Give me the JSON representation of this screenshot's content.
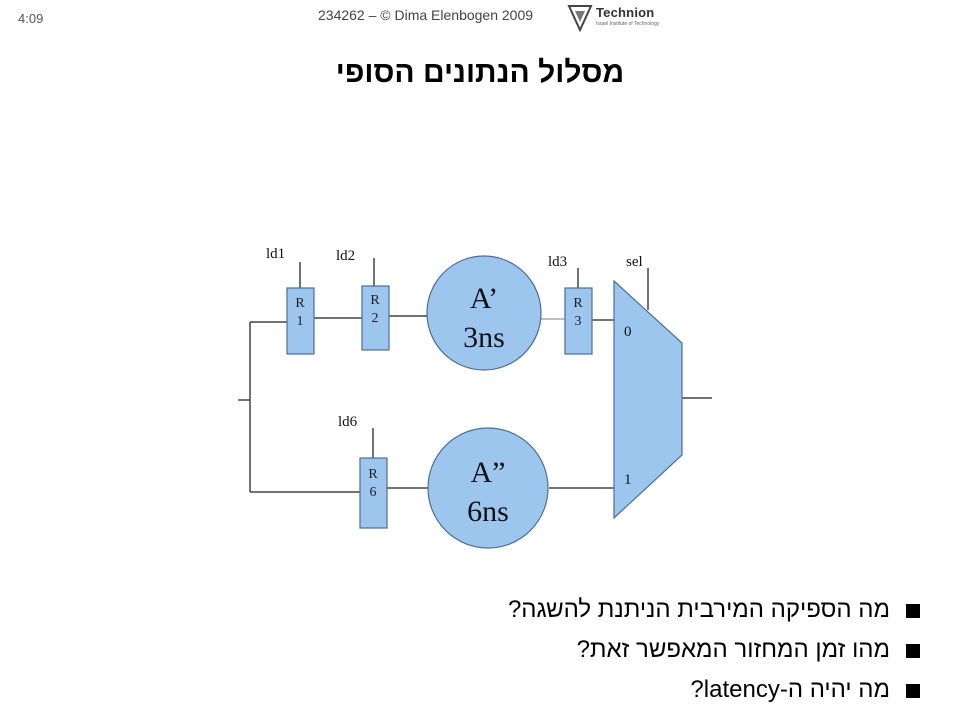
{
  "header": {
    "slide_number": "4:09",
    "copyright": "234262 – © Dima Elenbogen 2009",
    "logo": {
      "name": "Technion",
      "subtitle": "Israel Institute of Technology"
    }
  },
  "title": "מסלול הנתונים הסופי",
  "diagram": {
    "signals": {
      "ld1": "ld1",
      "ld2": "ld2",
      "ld3": "ld3",
      "ld6": "ld6",
      "sel": "sel"
    },
    "registers": {
      "r1": {
        "letter": "R",
        "number": "1"
      },
      "r2": {
        "letter": "R",
        "number": "2"
      },
      "r3": {
        "letter": "R",
        "number": "3"
      },
      "r6": {
        "letter": "R",
        "number": "6"
      }
    },
    "units": {
      "a1": {
        "name": "A’",
        "delay": "3ns"
      },
      "a2": {
        "name": "A”",
        "delay": "6ns"
      }
    },
    "mux": {
      "input0": "0",
      "input1": "1"
    },
    "colors": {
      "fill": "#9cc6ee",
      "stroke": "#4d6d96",
      "wire": "#444444"
    }
  },
  "questions": [
    "מה הספיקה המירבית הניתנת להשגה?",
    "מהו זמן המחזור המאפשר זאת?",
    "מה יהיה ה-latency?"
  ]
}
